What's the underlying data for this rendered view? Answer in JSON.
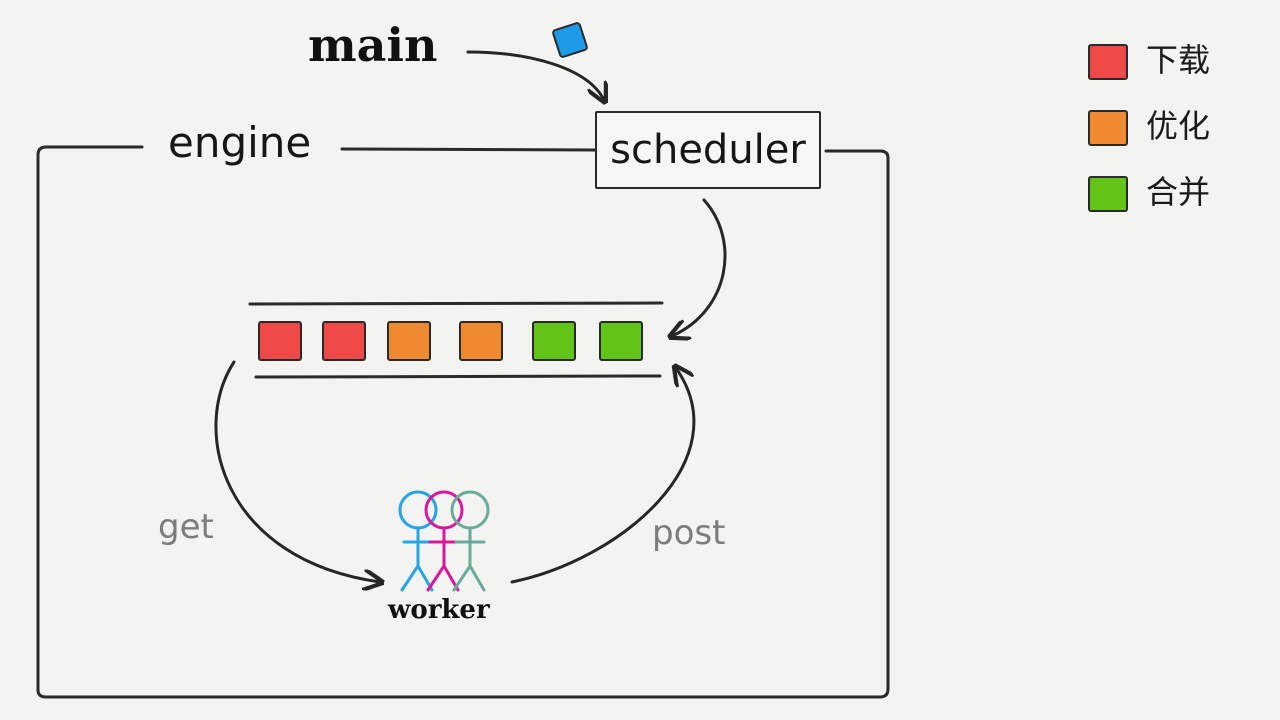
{
  "labels": {
    "main": "main",
    "engine": "engine",
    "scheduler": "scheduler",
    "get": "get",
    "post": "post",
    "worker": "worker"
  },
  "queue": {
    "tasks": [
      {
        "type": "下载",
        "color": "#f0494a"
      },
      {
        "type": "下载",
        "color": "#f0494a"
      },
      {
        "type": "优化",
        "color": "#f08a30"
      },
      {
        "type": "优化",
        "color": "#f08a30"
      },
      {
        "type": "合并",
        "color": "#62c417"
      },
      {
        "type": "合并",
        "color": "#62c417"
      }
    ]
  },
  "incoming_task": {
    "color": "#1e9be8"
  },
  "workers": [
    {
      "color": "#27a4e4"
    },
    {
      "color": "#d8189c"
    },
    {
      "color": "#6aaa9a"
    }
  ],
  "legend": [
    {
      "label": "下载",
      "color": "#f0494a"
    },
    {
      "label": "优化",
      "color": "#f08a30"
    },
    {
      "label": "合并",
      "color": "#62c417"
    }
  ]
}
